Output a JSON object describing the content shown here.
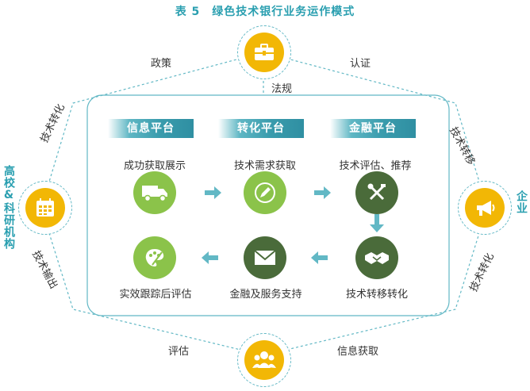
{
  "title": "表 5　绿色技术银行业务运作模式",
  "edges": {
    "policy": "政策",
    "certification": "认证",
    "regulation": "法规",
    "tech_transfer_left": "技术转化",
    "tech_transfer_right": "技术转移",
    "tech_output": "技术输出",
    "tech_conversion_right": "技术转化",
    "evaluation": "评估",
    "info_acquisition": "信息获取"
  },
  "sides": {
    "universities": "高校&科研机构",
    "enterprises": "企业"
  },
  "platforms": [
    "信息平台",
    "转化平台",
    "金融平台"
  ],
  "steps": {
    "s1": "成功获取展示",
    "s2": "技术需求获取",
    "s3": "技术评估、推荐",
    "s4": "技术转移转化",
    "s5": "金融及服务支持",
    "s6": "实效跟踪后评估"
  },
  "colors": {
    "accent": "#2a9fb0",
    "green": "#8bc34a",
    "dark_green": "#4a6b3a",
    "yellow": "#f2b705"
  }
}
